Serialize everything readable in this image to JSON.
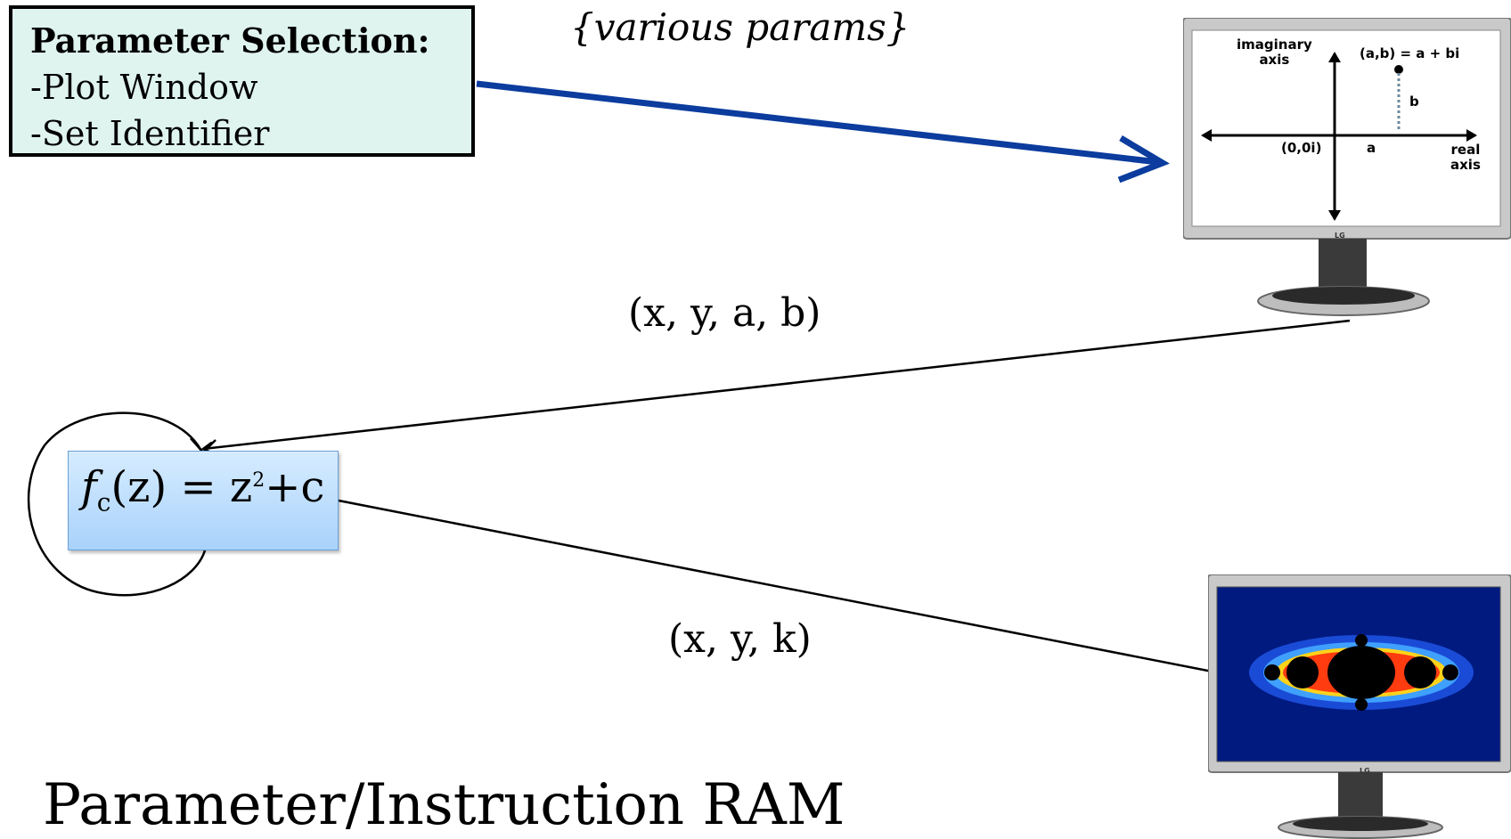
{
  "param_box": {
    "title": "Parameter Selection:",
    "items": [
      "-Plot Window",
      "-Set Identifier"
    ]
  },
  "top_label": "{various params}",
  "edge_labels": {
    "monitor_to_func": "(x, y, a, b)",
    "func_to_monitor": "(x, y, k)"
  },
  "function_box": {
    "f": "f",
    "sub": "c",
    "expr": "(z) = z",
    "sup": "2",
    "tail": "+c"
  },
  "monitor_top": {
    "imaginary_axis": [
      "imaginary",
      "axis"
    ],
    "point": "(a,b) = a + bi",
    "b": "b",
    "origin": "(0,0i)",
    "a": "a",
    "real_axis": [
      "real",
      "axis"
    ],
    "brand": "LG"
  },
  "monitor_bottom": {
    "brand": "LG"
  },
  "caption": "Parameter/Instruction RAM",
  "colors": {
    "param_box_bg": "#dff4ef",
    "blue_arrow": "#0b3c9e",
    "func_box_bg": "#b9dcfd",
    "fractal_bg": "#001a80"
  }
}
